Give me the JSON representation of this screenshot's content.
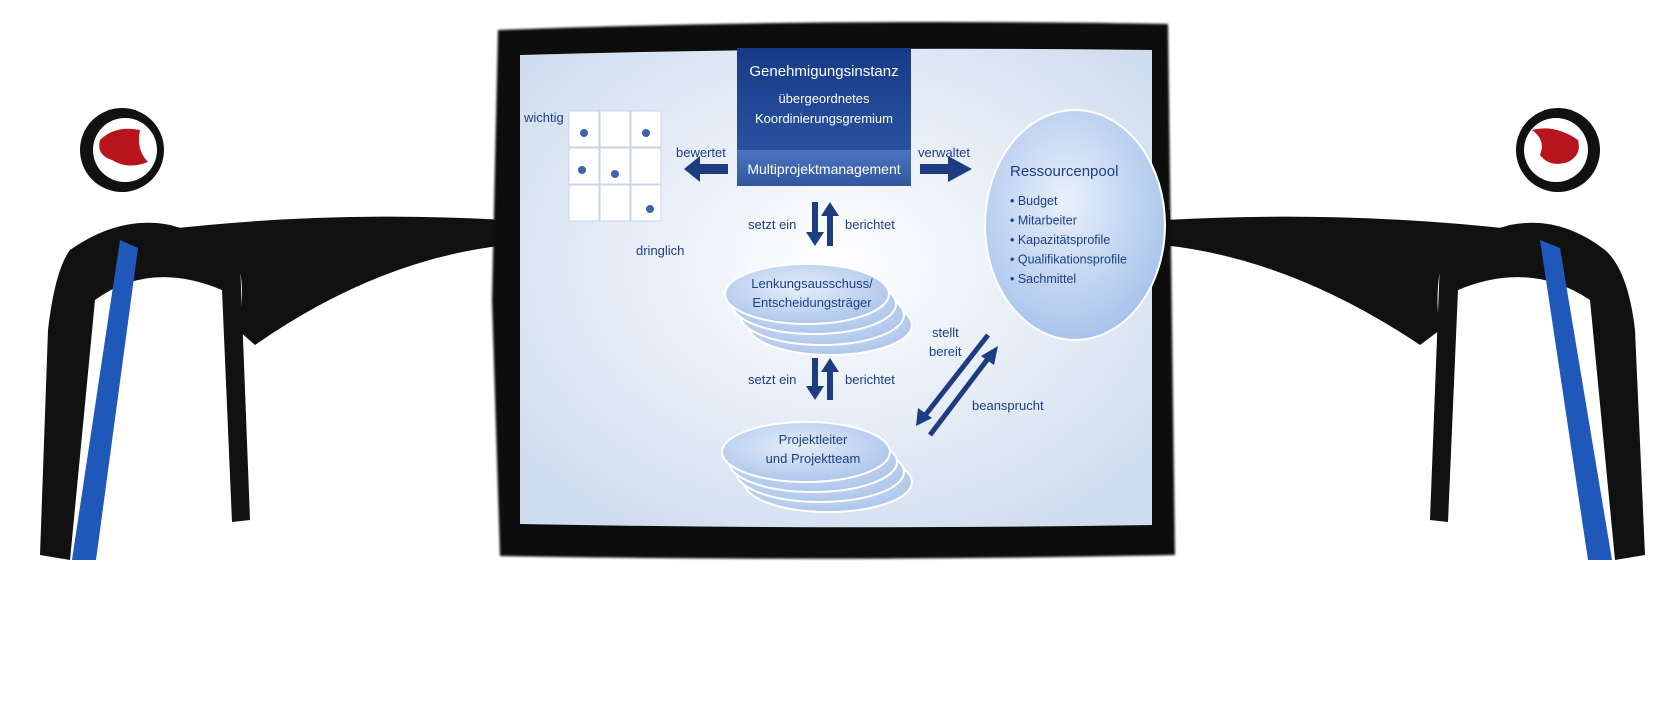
{
  "matrix": {
    "y_label": "wichtig",
    "x_label": "dringlich",
    "dots": [
      {
        "row": 0,
        "col": 0
      },
      {
        "row": 0,
        "col": 2
      },
      {
        "row": 1,
        "col": 0
      },
      {
        "row": 1,
        "col": 1
      },
      {
        "row": 2,
        "col": 2
      }
    ]
  },
  "governance": {
    "title": "Genehmigungsinstanz",
    "subtitle_line1": "übergeordnetes",
    "subtitle_line2": "Koordinierungsgremium",
    "mpm_label": "Multiprojektmanagement"
  },
  "arrows": {
    "bewertet": "bewertet",
    "verwaltet": "verwaltet",
    "setzt_ein_1": "setzt ein",
    "berichtet_1": "berichtet",
    "setzt_ein_2": "setzt ein",
    "berichtet_2": "berichtet",
    "stellt_line1": "stellt",
    "stellt_line2": "bereit",
    "beansprucht": "beansprucht"
  },
  "steering": {
    "line1": "Lenkungsausschuss/",
    "line2": "Entscheidungsträger"
  },
  "project": {
    "line1": "Projektleiter",
    "line2": "und Projektteam"
  },
  "pool": {
    "title": "Ressourcenpool",
    "items": [
      "• Budget",
      "• Mitarbeiter",
      "• Kapazitätsprofile",
      "• Qualifikationsprofile",
      "• Sachmittel"
    ]
  },
  "colors": {
    "navy": "#1c3f86",
    "arrow": "#1d3c82",
    "ellipse_fill": "#bcd2ef",
    "board_bg": "#dde6f3",
    "accent_blue": "#1f58b8",
    "accent_red": "#b8141b"
  }
}
